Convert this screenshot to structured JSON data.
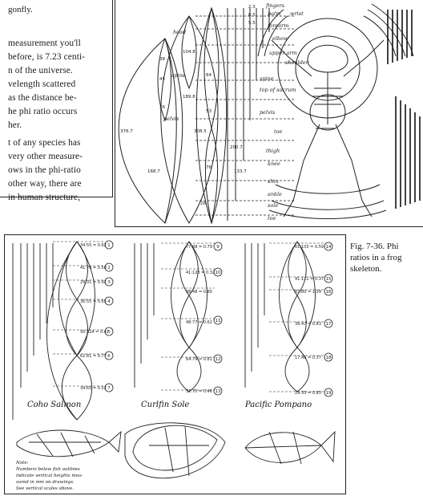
{
  "page_text": {
    "top_fragment": "gonfly.",
    "lines": [
      "measurement you'll",
      "before, is 7.23 centi-",
      "n of the universe.",
      "velength scattered",
      "as the distance be-",
      "he phi ratio occurs",
      "her.",
      "t of any species has",
      "very other measure-",
      "ows in the phi-ratio",
      "other way, there are",
      "in human structure,"
    ]
  },
  "caption": {
    "lines": [
      "Fig. 7-36. Phi",
      "ratios in a frog",
      "skeleton."
    ]
  },
  "frog_figure": {
    "labels": [
      "fingers",
      "palm",
      "wrist",
      "forearm",
      "elbow",
      "upper arm",
      "shoulder",
      "spine",
      "top of sacrum",
      "pelvis",
      "toe",
      "thigh",
      "knee",
      "shin",
      "ankle",
      "sole",
      "toe",
      "head",
      "spine",
      "pelvis"
    ],
    "numbers": [
      "38",
      "45",
      "26",
      "104.8",
      "189.8",
      "376.7",
      "168.7",
      "308.5",
      "84",
      "53",
      "76",
      "200.7",
      "133.7",
      "26",
      "2.3",
      "6.5",
      "5.5"
    ]
  },
  "fish_figure": {
    "names": [
      "Coho Salmon",
      "Curlfin Sole",
      "Pacific Pompano"
    ],
    "ratios_salmon": [
      "34:55 = 0.62",
      "41:70 = 0.58",
      "29:31 = 0.92",
      "36:55 = 0.65",
      "50:124 = 0.41",
      "62:81 = 0.77",
      "34:65 = 0.52"
    ],
    "ratios_sole": [
      "77:98 = 0.79",
      "41:128 = 0.32",
      "38:48 = 0.80",
      "48:77 = 0.62",
      "64:79 = 0.81",
      "32:70 = 0.46"
    ],
    "ratios_pompano": [
      "61:103 = 0.59",
      "41:111 = 0.37",
      "87:80 = 1.09",
      "39:47 = 0.83",
      "17:46 = 0.37",
      "29:35 = 0.83"
    ],
    "circle_numbers_salmon": [
      "1",
      "2",
      "3",
      "4",
      "5",
      "6",
      "7"
    ],
    "circle_numbers_sole": [
      "9",
      "10",
      "11",
      "12",
      "13"
    ],
    "circle_numbers_pompano": [
      "14",
      "15",
      "16",
      "17",
      "18",
      "19"
    ],
    "note_lines": [
      "Note:",
      "Numbers below fish outlines",
      "indicate vertical heights mea-",
      "sured in mm on drawings.",
      "See vertical scales above."
    ]
  }
}
